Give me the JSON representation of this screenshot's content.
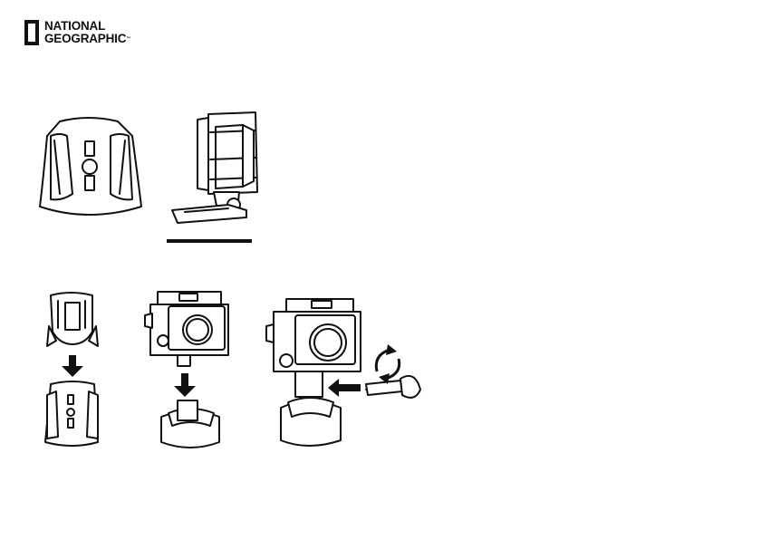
{
  "brand": {
    "line1": "NATIONAL",
    "line2": "GEOGRAPHIC",
    "trademark": "™"
  },
  "icons": {
    "logo": "yellow-border-logo",
    "arrow": "down-arrow-icon",
    "rotate": "rotate-arrows-icon",
    "insert": "left-arrow-icon"
  }
}
